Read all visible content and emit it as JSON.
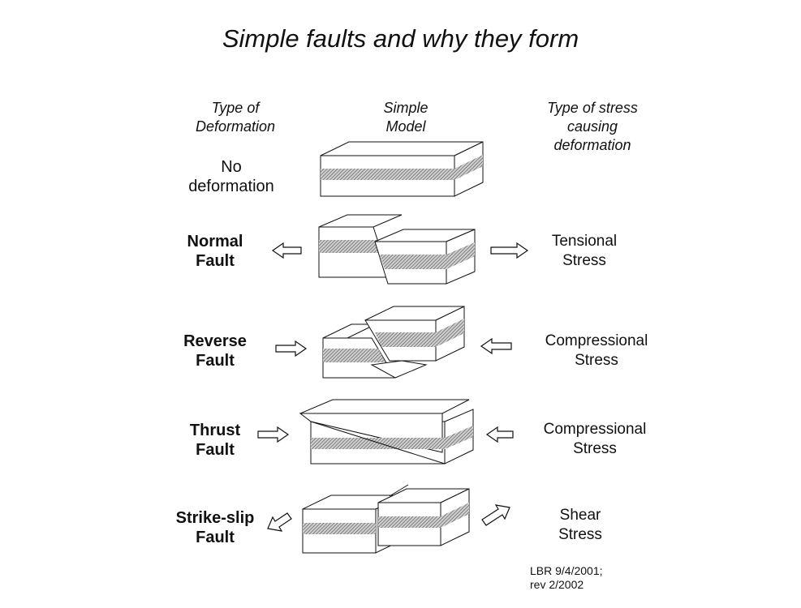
{
  "title": "Simple faults and why they form",
  "headers": {
    "type_of_deformation": "Type of\nDeformation",
    "simple_model": "Simple\nModel",
    "type_of_stress": "Type of stress\ncausing\ndeformation"
  },
  "rows": [
    {
      "deformation": "No\ndeformation",
      "stress": ""
    },
    {
      "deformation": "Normal\nFault",
      "stress": "Tensional\nStress"
    },
    {
      "deformation": "Reverse\nFault",
      "stress": "Compressional\nStress"
    },
    {
      "deformation": "Thrust\nFault",
      "stress": "Compressional\nStress"
    },
    {
      "deformation": "Strike-slip\nFault",
      "stress": "Shear\nStress"
    }
  ],
  "credit": "LBR 9/4/2001;\nrev 2/2002"
}
